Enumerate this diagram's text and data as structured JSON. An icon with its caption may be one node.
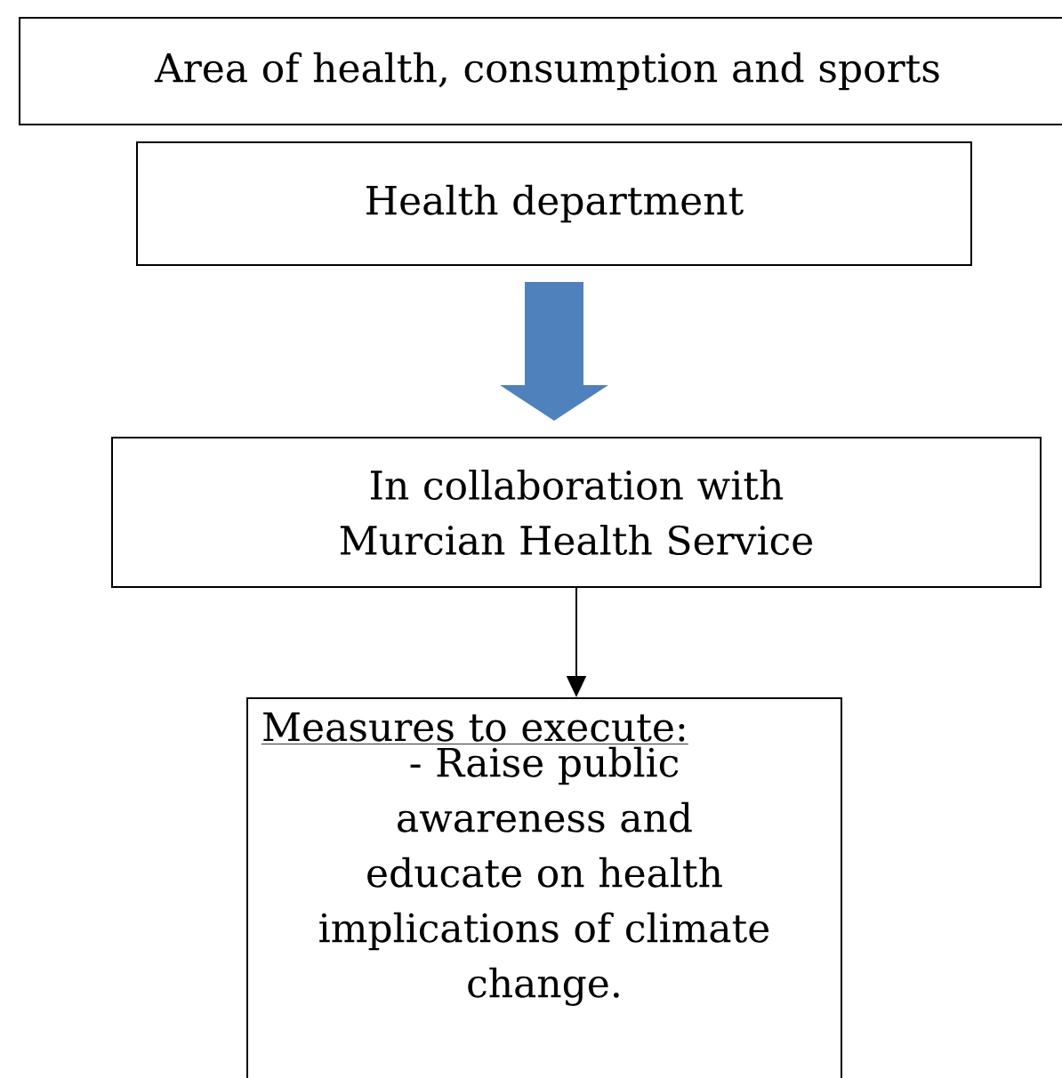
{
  "diagram": {
    "nodes": [
      {
        "text": [
          "Area of health, consumption and sports"
        ]
      },
      {
        "text": [
          "Health department"
        ]
      },
      {
        "text": [
          "In collaboration with Murcian Health Service"
        ]
      },
      {
        "text": [
          "Measures to execute:",
          "- Raise public awareness and educate on health implications of climate change."
        ]
      }
    ],
    "edges": [
      {
        "from": 1,
        "to": 2,
        "arrow": "to",
        "style": "thick",
        "color": "#4f81bd"
      },
      {
        "from": 2,
        "to": 3,
        "arrow": "to",
        "color": "#000000"
      }
    ]
  }
}
